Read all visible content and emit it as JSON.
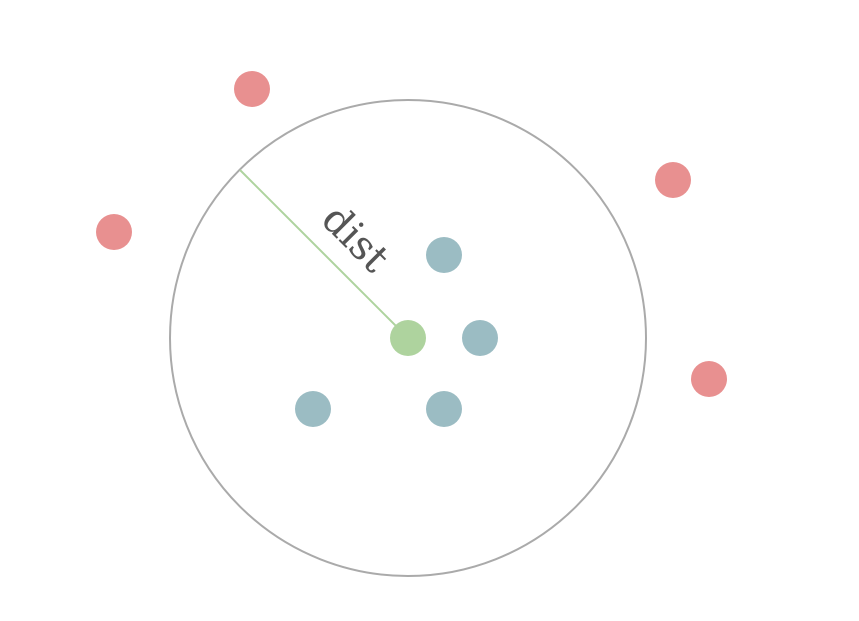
{
  "label": {
    "radius_text": "dist"
  },
  "colors": {
    "circle_stroke": "#aaaaaa",
    "radius_line": "#aed39e",
    "center_point": "#aed39e",
    "inside_point": "#9bbcc3",
    "outside_point": "#e89090",
    "label_text": "#555555"
  },
  "points": {
    "center": {
      "role": "center"
    },
    "inside": [
      {
        "role": "inside"
      },
      {
        "role": "inside"
      },
      {
        "role": "inside"
      },
      {
        "role": "inside"
      }
    ],
    "outside": [
      {
        "role": "outside"
      },
      {
        "role": "outside"
      },
      {
        "role": "outside"
      },
      {
        "role": "outside"
      }
    ]
  }
}
